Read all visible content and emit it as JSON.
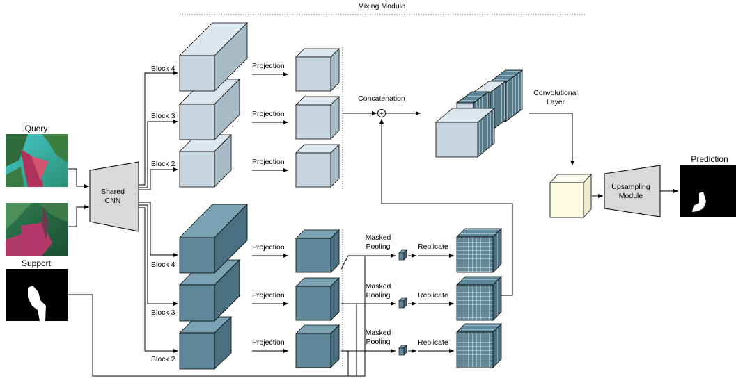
{
  "labels": {
    "mixing_module": "Mixing Module",
    "query": "Query",
    "support": "Support",
    "shared_cnn_line1": "Shared",
    "shared_cnn_line2": "CNN",
    "query_block4": "Block 4",
    "query_block3": "Block 3",
    "query_block2": "Block 2",
    "support_block4": "Block 4",
    "support_block3": "Block 3",
    "support_block2": "Block 2",
    "projection_q1": "Projection",
    "projection_q2": "Projection",
    "projection_q3": "Projection",
    "projection_s1": "Projection",
    "projection_s2": "Projection",
    "projection_s3": "Projection",
    "concatenation": "Concatenation",
    "conv_layer_line1": "Convolutional",
    "conv_layer_line2": "Layer",
    "masked_pooling_1a": "Masked",
    "masked_pooling_1b": "Pooling",
    "masked_pooling_2a": "Masked",
    "masked_pooling_2b": "Pooling",
    "masked_pooling_3a": "Masked",
    "masked_pooling_3b": "Pooling",
    "replicate_1": "Replicate",
    "replicate_2": "Replicate",
    "replicate_3": "Replicate",
    "upsampling_line1": "Upsampling",
    "upsampling_line2": "Module",
    "prediction": "Prediction",
    "concat_symbol": "+"
  },
  "colors": {
    "query_block": "#c7d6df",
    "support_block": "#5e889a",
    "support_block_dark": "#4a6f80",
    "conv_output": "#fcfbe4",
    "cnn_fill": "#d9d9d9",
    "line": "#000000"
  }
}
